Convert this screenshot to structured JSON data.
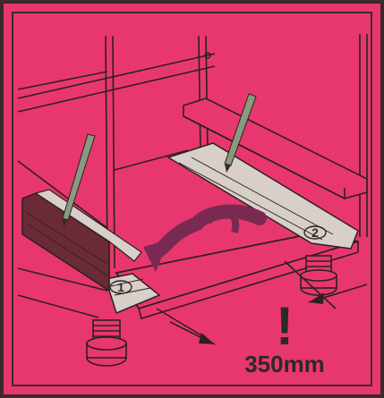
{
  "diagram": {
    "measurement_label": "350mm",
    "warning_symbol": "!",
    "badge_left": "1",
    "badge_right": "2",
    "colors": {
      "background": "#e8376f",
      "frame": "#3b2a2a",
      "line": "#2d2020",
      "strip": "#d7cfc8",
      "panel_dark": "#6a2a36",
      "pencil": "#8a9a7e",
      "arrow": "#7a2a52"
    }
  }
}
